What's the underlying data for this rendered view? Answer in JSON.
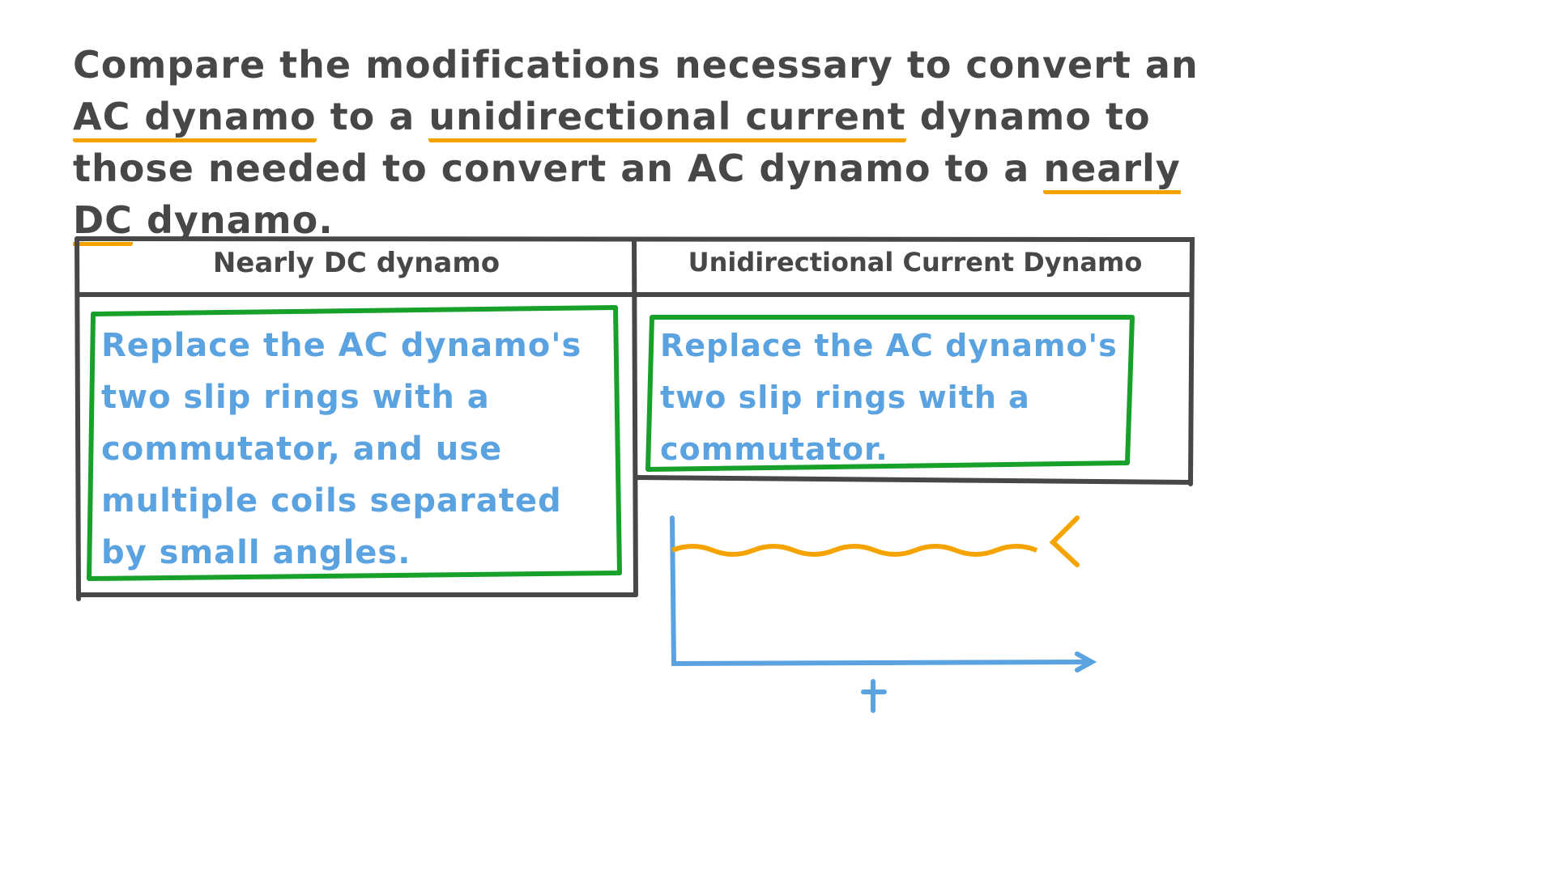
{
  "question": {
    "parts": [
      "Compare the modifications necessary to convert an ",
      "AC dynamo",
      " to a ",
      "unidirectional current",
      " dynamo to those needed to convert an AC dynamo to a ",
      "nearly DC",
      " dynamo."
    ]
  },
  "table": {
    "headers": [
      "Nearly DC dynamo",
      "Unidirectional Current Dynamo"
    ],
    "cells": [
      "Replace the AC dynamo's two slip rings with a commutator, and use multiple coils separated by small angles.",
      "Replace the AC dynamo's two slip rings with a commutator."
    ]
  },
  "graph": {
    "x_label": "t",
    "curve": "ripple near constant value"
  },
  "colors": {
    "text": "#474747",
    "underline": "#f5a300",
    "answer": "#5aa3e0",
    "box": "#17a12a",
    "axes": "#5aa3e0"
  }
}
